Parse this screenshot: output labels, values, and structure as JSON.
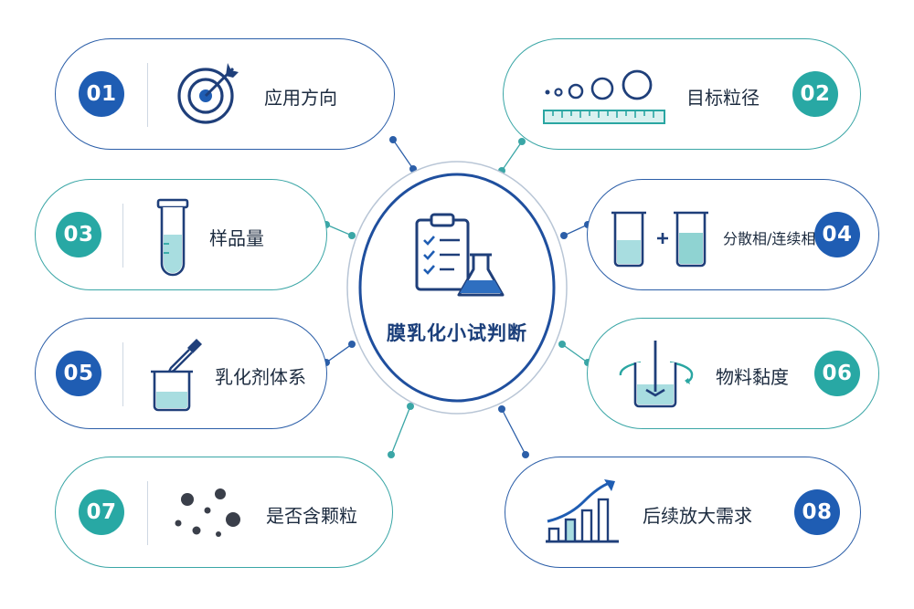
{
  "center": {
    "title": "膜乳化小试判断"
  },
  "items": [
    {
      "number": "01",
      "label": "应用方向"
    },
    {
      "number": "02",
      "label": "目标粒径"
    },
    {
      "number": "03",
      "label": "样品量"
    },
    {
      "number": "04",
      "label": "分散相/连续相"
    },
    {
      "number": "05",
      "label": "乳化剂体系"
    },
    {
      "number": "06",
      "label": "物料黏度"
    },
    {
      "number": "07",
      "label": "是否含颗粒"
    },
    {
      "number": "08",
      "label": "后续放大需求"
    }
  ],
  "icons": [
    "target-icon",
    "particle-size-ruler-icon",
    "test-tube-icon",
    "two-beakers-icon",
    "dropper-beaker-icon",
    "stirring-beaker-icon",
    "particles-icon",
    "growth-chart-icon",
    "clipboard-flask-icon"
  ],
  "colors": {
    "blue": "#1f5db3",
    "teal": "#28a8a4",
    "dark_blue": "#1a3e7a",
    "light_teal": "#a8dde0"
  }
}
